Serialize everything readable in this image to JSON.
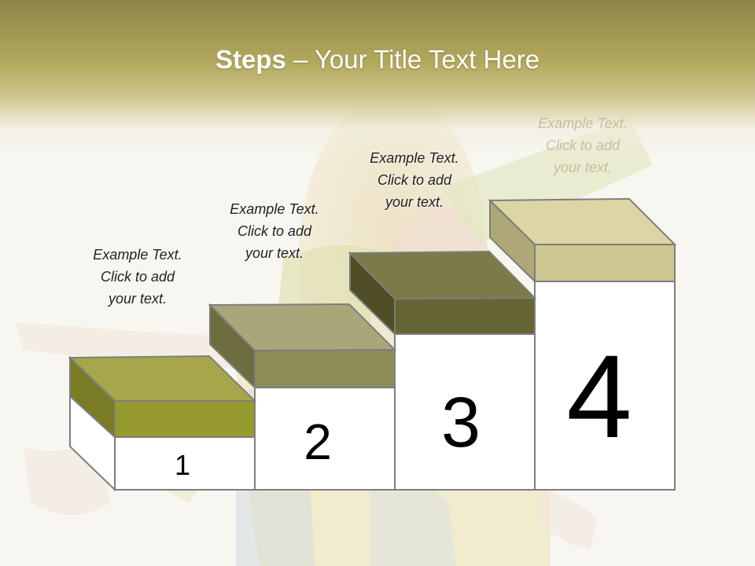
{
  "slide": {
    "title_bold": "Steps",
    "title_rest": " – Your Title Text Here"
  },
  "colors": {
    "header": "#b3a95e",
    "step1_top": "#a7a64a",
    "step1_front": "#979a2e",
    "step1_side": "#7a7c25",
    "step2_top": "#a9a77a",
    "step2_front": "#8e8c57",
    "step2_side": "#6e6d40",
    "step3_top": "#7b7a48",
    "step3_front": "#666534",
    "step3_side": "#4f4e27",
    "step4_top": "#dcd6a6",
    "step4_front": "#cec691",
    "step4_side": "#aea778",
    "outline": "#7e7e7e"
  },
  "steps": [
    {
      "number": "1",
      "caption": {
        "line1": "Example Text.",
        "line2": "Click  to add",
        "line3": "your text."
      }
    },
    {
      "number": "2",
      "caption": {
        "line1": "Example Text.",
        "line2": "Click  to add",
        "line3": "your text."
      }
    },
    {
      "number": "3",
      "caption": {
        "line1": "Example Text.",
        "line2": "Click  to add",
        "line3": "your text."
      }
    },
    {
      "number": "4",
      "caption": {
        "line1": "Example Text.",
        "line2": "Click  to add",
        "line3": "your text."
      }
    }
  ]
}
